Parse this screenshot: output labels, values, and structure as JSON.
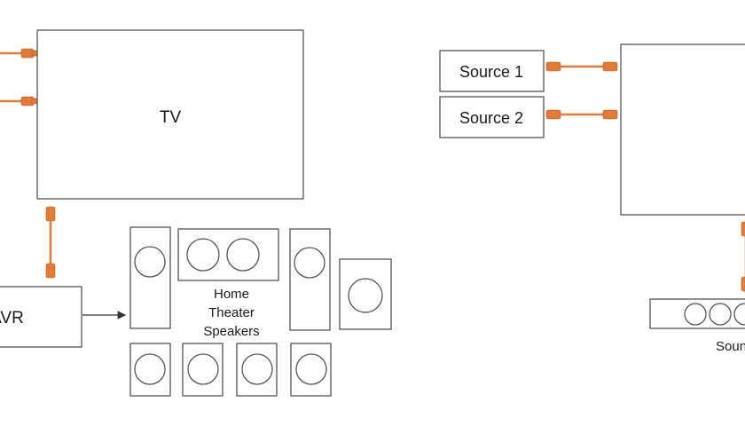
{
  "diagram": {
    "left_setup": {
      "tv_label": "TV",
      "avr_label": "AVR",
      "speakers_label_line1": "Home",
      "speakers_label_line2": "Theater",
      "speakers_label_line3": "Speakers"
    },
    "right_setup": {
      "source1_label": "Source 1",
      "source2_label": "Source 2",
      "soundbar_label": "Soundbar"
    }
  },
  "colors": {
    "cable": "#e07b39",
    "outline": "#555555",
    "text": "#1a1a1a"
  }
}
